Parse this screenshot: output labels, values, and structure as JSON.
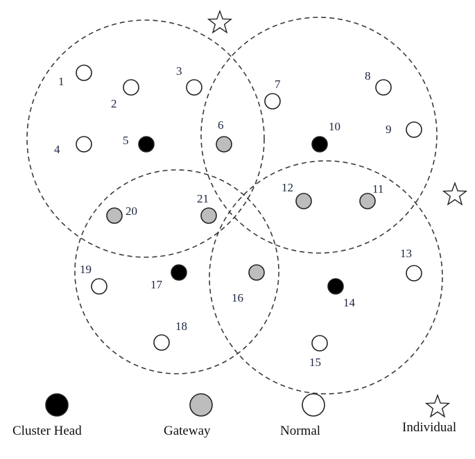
{
  "colors": {
    "cluster_head": "#000000",
    "gateway": "#bdbdbd",
    "normal": "#ffffff",
    "outline": "#222222",
    "cluster_boundary": "#3a3a3a"
  },
  "nodes": [
    {
      "id": "1",
      "type": "normal"
    },
    {
      "id": "2",
      "type": "normal"
    },
    {
      "id": "3",
      "type": "normal"
    },
    {
      "id": "4",
      "type": "normal"
    },
    {
      "id": "5",
      "type": "cluster_head"
    },
    {
      "id": "6",
      "type": "gateway"
    },
    {
      "id": "7",
      "type": "normal"
    },
    {
      "id": "8",
      "type": "normal"
    },
    {
      "id": "9",
      "type": "normal"
    },
    {
      "id": "10",
      "type": "cluster_head"
    },
    {
      "id": "11",
      "type": "gateway"
    },
    {
      "id": "12",
      "type": "gateway"
    },
    {
      "id": "13",
      "type": "normal"
    },
    {
      "id": "14",
      "type": "cluster_head"
    },
    {
      "id": "15",
      "type": "normal"
    },
    {
      "id": "16",
      "type": "gateway"
    },
    {
      "id": "17",
      "type": "cluster_head"
    },
    {
      "id": "18",
      "type": "normal"
    },
    {
      "id": "19",
      "type": "normal"
    },
    {
      "id": "20",
      "type": "gateway"
    },
    {
      "id": "21",
      "type": "gateway"
    }
  ],
  "individuals": [
    {
      "icon": "star-outline-icon"
    },
    {
      "icon": "star-outline-icon"
    }
  ],
  "legend": {
    "cluster_head": "Cluster Head",
    "gateway": "Gateway",
    "normal": "Normal",
    "individual": "Individual"
  }
}
